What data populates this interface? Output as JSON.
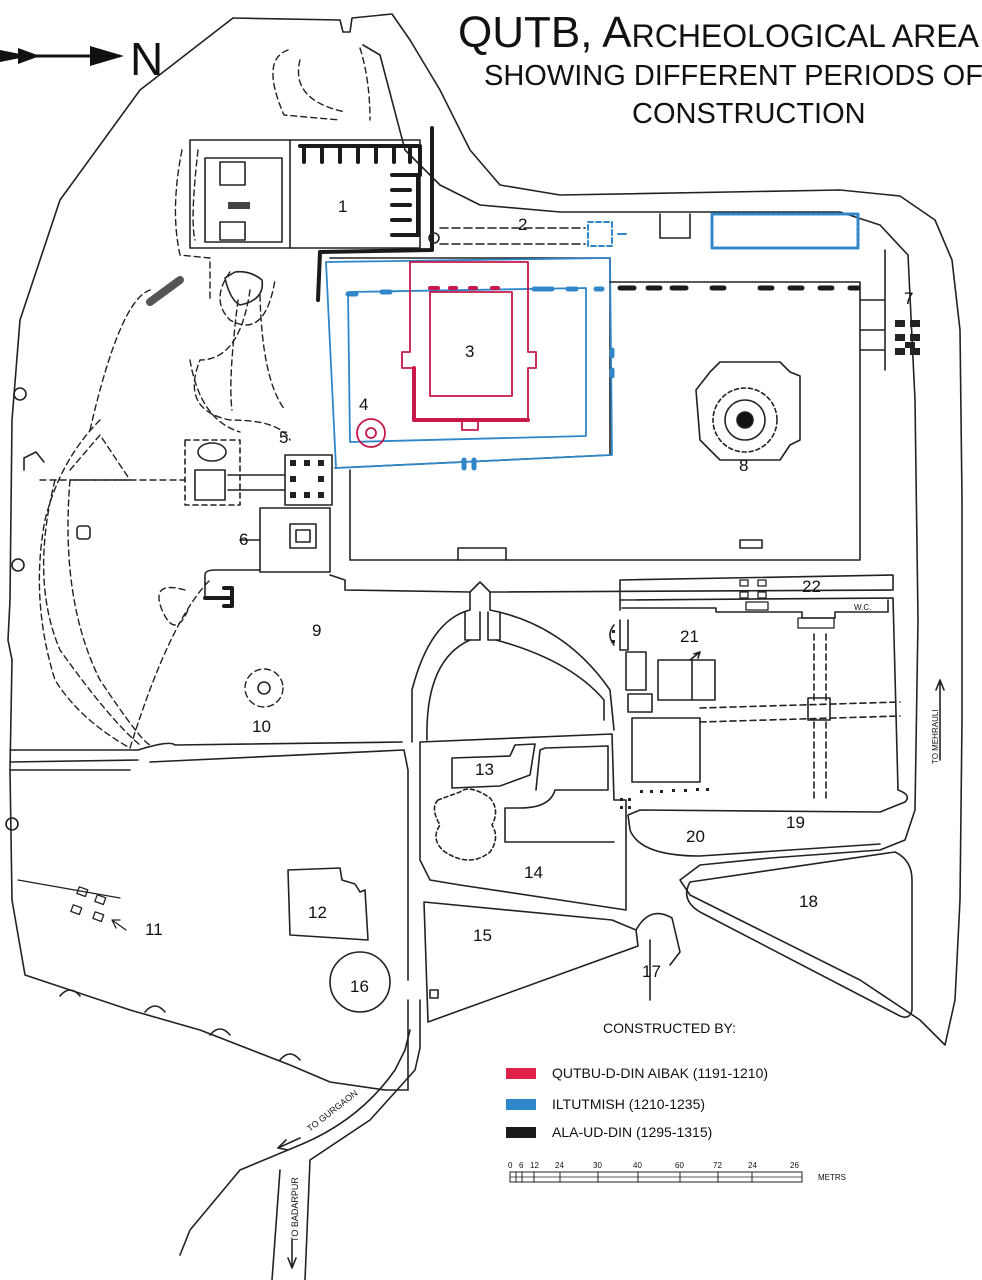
{
  "title": {
    "line1_big": "QUTB, A",
    "line1_small": "RCHEOLOGICAL AREA",
    "line2": "SHOWING DIFFERENT PERIODS OF",
    "line3": "CONSTRUCTION"
  },
  "north_label": "N",
  "sites": [
    "1",
    "2",
    "3",
    "4",
    "5",
    "6",
    "7",
    "8",
    "9",
    "10",
    "11",
    "12",
    "13",
    "14",
    "15",
    "16",
    "17",
    "18",
    "19",
    "20",
    "21",
    "22"
  ],
  "annotations": {
    "wc": "W.C.",
    "to_gurgaon": "TO GURGAON",
    "to_badarpur": "TO BADARPUR",
    "to_mehrauli": "TO MEHRAULI"
  },
  "legend": {
    "heading": "CONSTRUCTED BY:",
    "items": [
      {
        "label": "QUTBU-D-DIN AIBAK (1191-1210)",
        "color": "#e0224a"
      },
      {
        "label": "ILTUTMISH (1210-1235)",
        "color": "#2f86c8"
      },
      {
        "label": "ALA-UD-DIN (1295-1315)",
        "color": "#1a1a1a"
      }
    ]
  },
  "scale": {
    "ticks": [
      "0",
      "6",
      "12",
      "24",
      "30",
      "40",
      "60",
      "72",
      "24",
      "26"
    ],
    "unit": "METRS"
  },
  "colors": {
    "aibak": "#c8174a",
    "iltutmish": "#2f86c8",
    "alauddin": "#1a1a1a",
    "outline": "#222222"
  }
}
